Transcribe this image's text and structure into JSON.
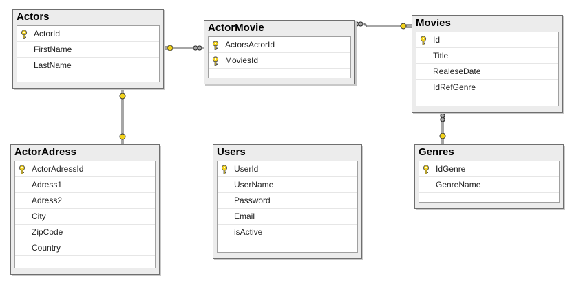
{
  "tables": {
    "actors": {
      "title": "Actors",
      "columns": [
        {
          "name": "ActorId",
          "key": true
        },
        {
          "name": "FirstName",
          "key": false
        },
        {
          "name": "LastName",
          "key": false
        }
      ]
    },
    "actormovie": {
      "title": "ActorMovie",
      "columns": [
        {
          "name": "ActorsActorId",
          "key": true
        },
        {
          "name": "MoviesId",
          "key": true
        }
      ]
    },
    "movies": {
      "title": "Movies",
      "columns": [
        {
          "name": "Id",
          "key": true
        },
        {
          "name": "Title",
          "key": false
        },
        {
          "name": "RealeseDate",
          "key": false
        },
        {
          "name": "IdRefGenre",
          "key": false
        }
      ]
    },
    "actoradress": {
      "title": "ActorAdress",
      "columns": [
        {
          "name": "ActorAdressId",
          "key": true
        },
        {
          "name": "Adress1",
          "key": false
        },
        {
          "name": "Adress2",
          "key": false
        },
        {
          "name": "City",
          "key": false
        },
        {
          "name": "ZipCode",
          "key": false
        },
        {
          "name": "Country",
          "key": false
        }
      ]
    },
    "users": {
      "title": "Users",
      "columns": [
        {
          "name": "UserId",
          "key": true
        },
        {
          "name": "UserName",
          "key": false
        },
        {
          "name": "Password",
          "key": false
        },
        {
          "name": "Email",
          "key": false
        },
        {
          "name": "isActive",
          "key": false
        }
      ]
    },
    "genres": {
      "title": "Genres",
      "columns": [
        {
          "name": "IdGenre",
          "key": true
        },
        {
          "name": "GenreName",
          "key": false
        }
      ]
    }
  },
  "relationships": [
    {
      "from": "actors",
      "to": "actormovie",
      "from_end": "one-key",
      "to_end": "many"
    },
    {
      "from": "movies",
      "to": "actormovie",
      "from_end": "one-key",
      "to_end": "many"
    },
    {
      "from": "actors",
      "to": "actoradress",
      "from_end": "one-key",
      "to_end": "one-key"
    },
    {
      "from": "genres",
      "to": "movies",
      "from_end": "one-key",
      "to_end": "many"
    }
  ],
  "colors": {
    "key_icon": "#f2d21b",
    "relationship_line": "#4d4d4d",
    "table_header": "#ececec"
  }
}
